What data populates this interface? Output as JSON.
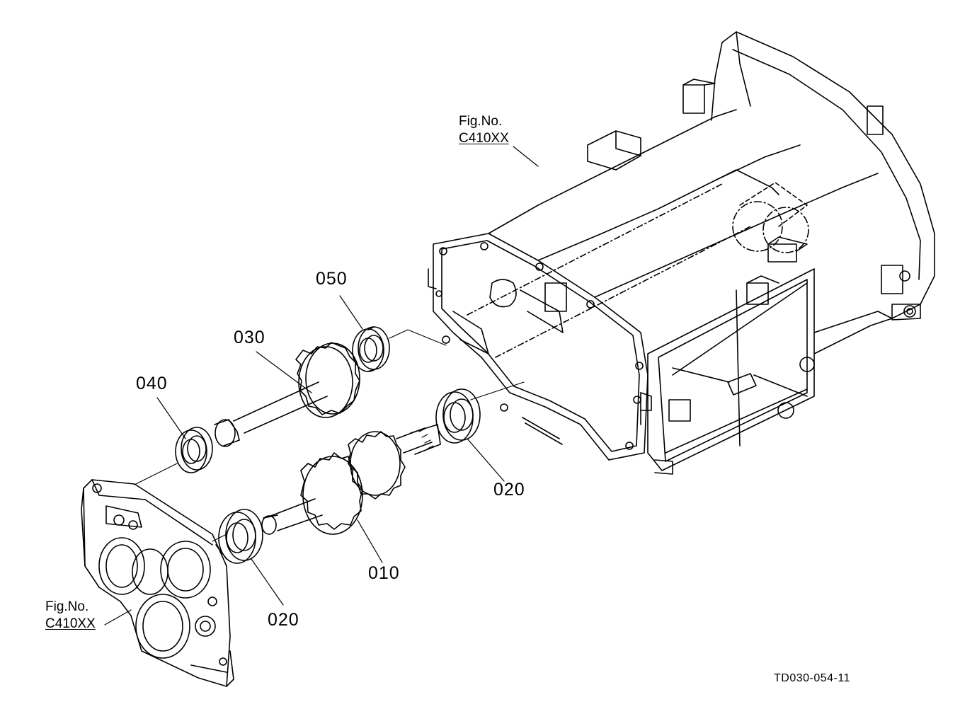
{
  "figure_refs": [
    {
      "prefix": "Fig.No.",
      "code": "C410XX"
    },
    {
      "prefix": "Fig.No.",
      "code": "C410XX"
    }
  ],
  "callouts": [
    "050",
    "030",
    "040",
    "020",
    "010",
    "020"
  ],
  "drawing_id": "TD030-054-11",
  "colors": {
    "line": "#000000",
    "background": "#ffffff"
  }
}
